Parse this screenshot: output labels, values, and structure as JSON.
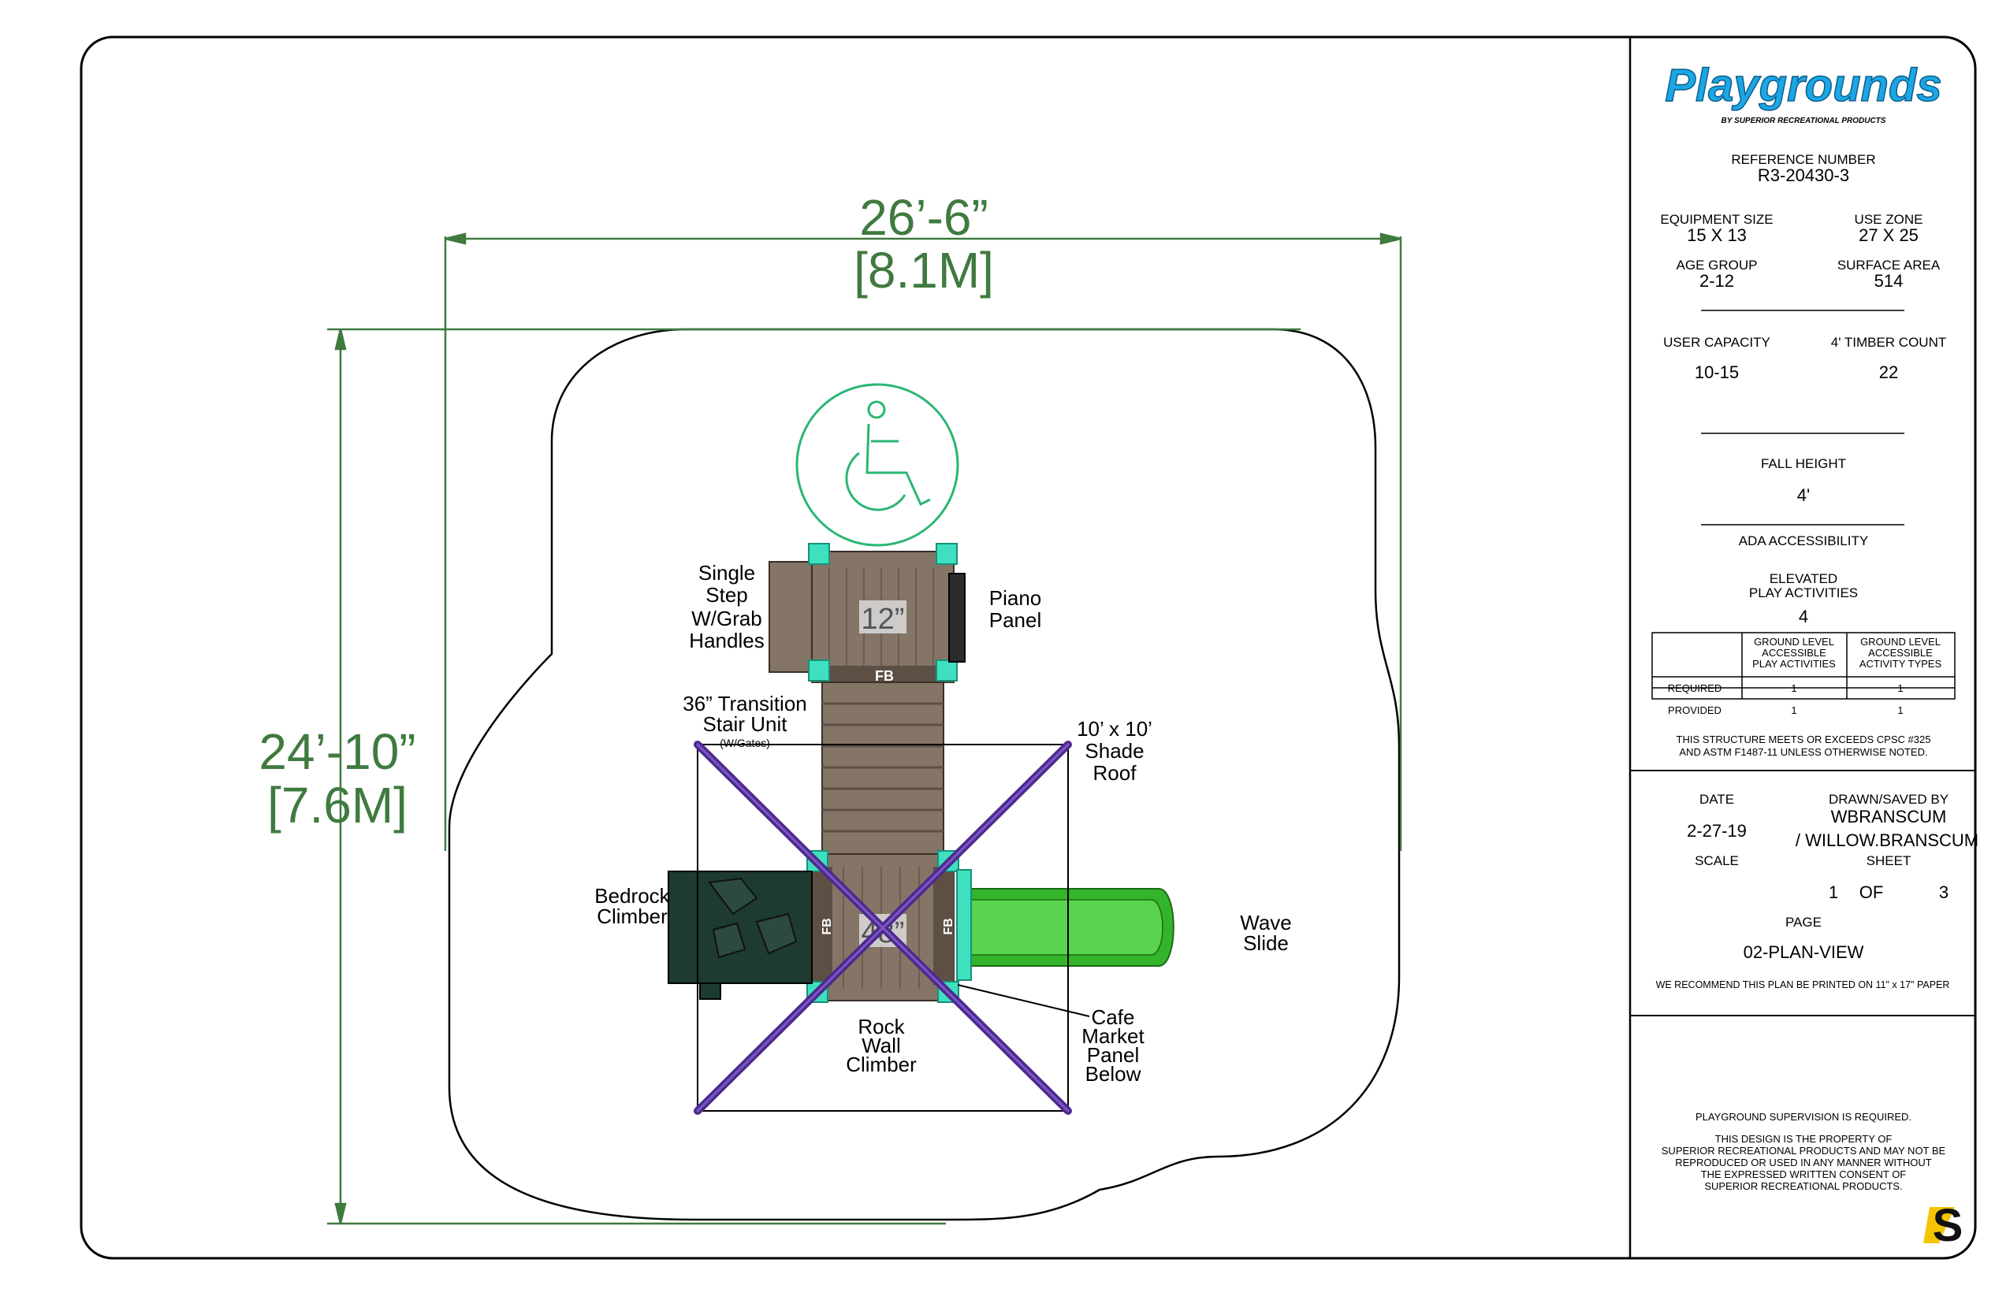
{
  "brand": {
    "logo_text": "Playgrounds",
    "logo_subtext": "BY SUPERIOR RECREATIONAL PRODUCTS",
    "logo_color": "#1ca6e6",
    "monogram": "S",
    "monogram_accent": "#f5c400"
  },
  "dimensions": {
    "width_imperial": "26’-6”",
    "width_metric": "[8.1M]",
    "height_imperial": "24’-10”",
    "height_metric": "[7.6M]"
  },
  "plan_labels": {
    "single_step": [
      "Single",
      "Step",
      "W/Grab",
      "Handles"
    ],
    "piano_panel": [
      "Piano",
      "Panel"
    ],
    "transition_stair": [
      "36” Transition",
      "Stair Unit"
    ],
    "transition_stair_note": "(W/Gates)",
    "shade_roof": [
      "10’ x 10’",
      "Shade",
      "Roof"
    ],
    "bedrock_climber": [
      "Bedrock",
      "Climber"
    ],
    "wave_slide": [
      "Wave",
      "Slide"
    ],
    "rock_wall": [
      "Rock",
      "Wall",
      "Climber"
    ],
    "cafe_market": [
      "Cafe",
      "Market",
      "Panel",
      "Below"
    ],
    "deck_upper_height": "12”",
    "deck_main_height": "48”",
    "fb": "FB"
  },
  "title_block": {
    "reference_label": "REFERENCE NUMBER",
    "reference_value": "R3-20430-3",
    "equipment_size_label": "EQUIPMENT SIZE",
    "equipment_size_value": "15 X 13",
    "use_zone_label": "USE ZONE",
    "use_zone_value": "27 X 25",
    "age_group_label": "AGE GROUP",
    "age_group_value": "2-12",
    "surface_area_label": "SURFACE AREA",
    "surface_area_value": "514",
    "user_capacity_label": "USER CAPACITY",
    "user_capacity_value": "10-15",
    "timber_count_label": "4' TIMBER COUNT",
    "timber_count_value": "22",
    "fall_height_label": "FALL HEIGHT",
    "fall_height_value": "4'",
    "ada_label": "ADA ACCESSIBILITY",
    "elevated_label_1": "ELEVATED",
    "elevated_label_2": "PLAY ACTIVITIES",
    "elevated_value": "4",
    "table": {
      "col1": [
        "GROUND LEVEL",
        "ACCESSIBLE",
        "PLAY ACTIVITIES"
      ],
      "col2": [
        "GROUND LEVEL",
        "ACCESSIBLE",
        "ACTIVITY TYPES"
      ],
      "rows": [
        {
          "label": "REQUIRED",
          "v1": "1",
          "v2": "1"
        },
        {
          "label": "PROVIDED",
          "v1": "1",
          "v2": "1"
        }
      ]
    },
    "cpsc_note_1": "THIS STRUCTURE MEETS OR EXCEEDS CPSC #325",
    "cpsc_note_2": "AND ASTM F1487-11 UNLESS OTHERWISE NOTED.",
    "date_label": "DATE",
    "date_value": "2-27-19",
    "drawn_label": "DRAWN/SAVED BY",
    "drawn_value_1": "WBRANSCUM",
    "drawn_value_2": "/ WILLOW.BRANSCUM",
    "scale_label": "SCALE",
    "sheet_label": "SHEET",
    "sheet_num": "1",
    "sheet_of": "OF",
    "sheet_total": "3",
    "page_label": "PAGE",
    "page_value": "02-PLAN-VIEW",
    "print_note": "WE RECOMMEND THIS PLAN BE PRINTED ON 11\" x 17\" PAPER",
    "supervision": "PLAYGROUND SUPERVISION IS REQUIRED.",
    "property_lines": [
      "THIS DESIGN IS THE PROPERTY OF",
      "SUPERIOR RECREATIONAL PRODUCTS AND MAY NOT BE",
      "REPRODUCED OR USED IN ANY MANNER WITHOUT",
      "THE EXPRESSED WRITTEN CONSENT OF",
      "SUPERIOR RECREATIONAL PRODUCTS."
    ]
  },
  "colors": {
    "deck": "#857567",
    "deck_dark": "#5e4f44",
    "post_cap": "#3fe0c0",
    "slide": "#34b42a",
    "roof_pole": "#4d2a8c",
    "climber": "#1e3b30",
    "dimension_line": "#3f7a3f",
    "ada_symbol": "#2bb673"
  }
}
